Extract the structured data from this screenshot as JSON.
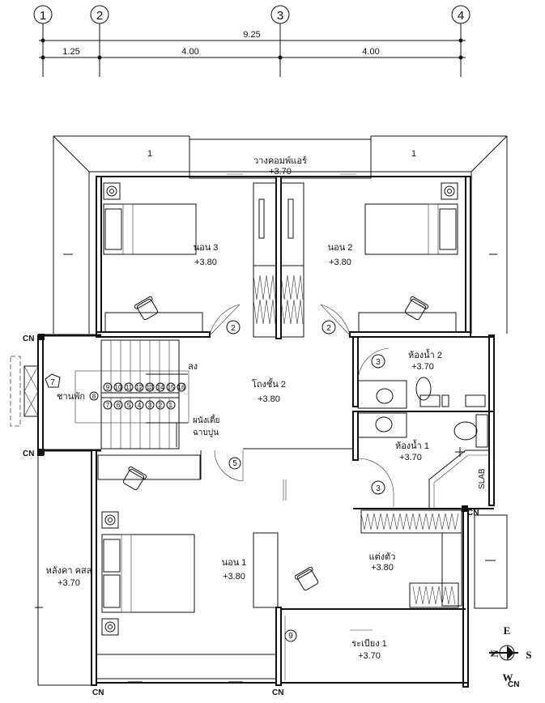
{
  "grid": {
    "markers": [
      "1",
      "2",
      "3",
      "4"
    ],
    "total_dimension": "9.25",
    "segment_dimensions": [
      "1.25",
      "4.00",
      "4.00"
    ]
  },
  "rooms": {
    "computer_area": {
      "name": "วางคอมพ์แอร์",
      "level": "+3.70"
    },
    "bedroom_3": {
      "name": "นอน 3",
      "level": "+3.80"
    },
    "bedroom_2": {
      "name": "นอน 2",
      "level": "+3.80"
    },
    "bathroom_2": {
      "name": "ห้องน้ำ 2",
      "level": "+3.70"
    },
    "hall": {
      "name": "โถงชั้น 2",
      "level": "+3.80"
    },
    "bathroom_1": {
      "name": "ห้องน้ำ 1",
      "level": "+3.70"
    },
    "dressing": {
      "name": "แต่งตัว",
      "level": "+3.80"
    },
    "bedroom_1": {
      "name": "นอน 1",
      "level": "+3.80"
    },
    "balcony_1": {
      "name": "ระเบียง 1",
      "level": "+3.70"
    },
    "roof": {
      "name": "หลังคา คสล",
      "level": "+3.70"
    }
  },
  "stair": {
    "landing": "ชานพัก",
    "down": "ลง",
    "wall_note_1": "ผนังเตี้ย",
    "wall_note_2": "ฉาบปูน",
    "steps_top": [
      "9",
      "10",
      "11",
      "12",
      "13",
      "14",
      "15",
      "16"
    ],
    "landing_step": "8",
    "steps_bottom": [
      "7",
      "6",
      "5",
      "4",
      "3",
      "2",
      "1"
    ]
  },
  "tags": {
    "door_2": "2",
    "door_3": "3",
    "door_5": "5",
    "door_7": "7",
    "door_9": "9",
    "window_1": "1",
    "column": "CN",
    "slab": "SLAB"
  },
  "compass": {
    "east": "E",
    "south": "S",
    "west": "W",
    "north": "N"
  }
}
